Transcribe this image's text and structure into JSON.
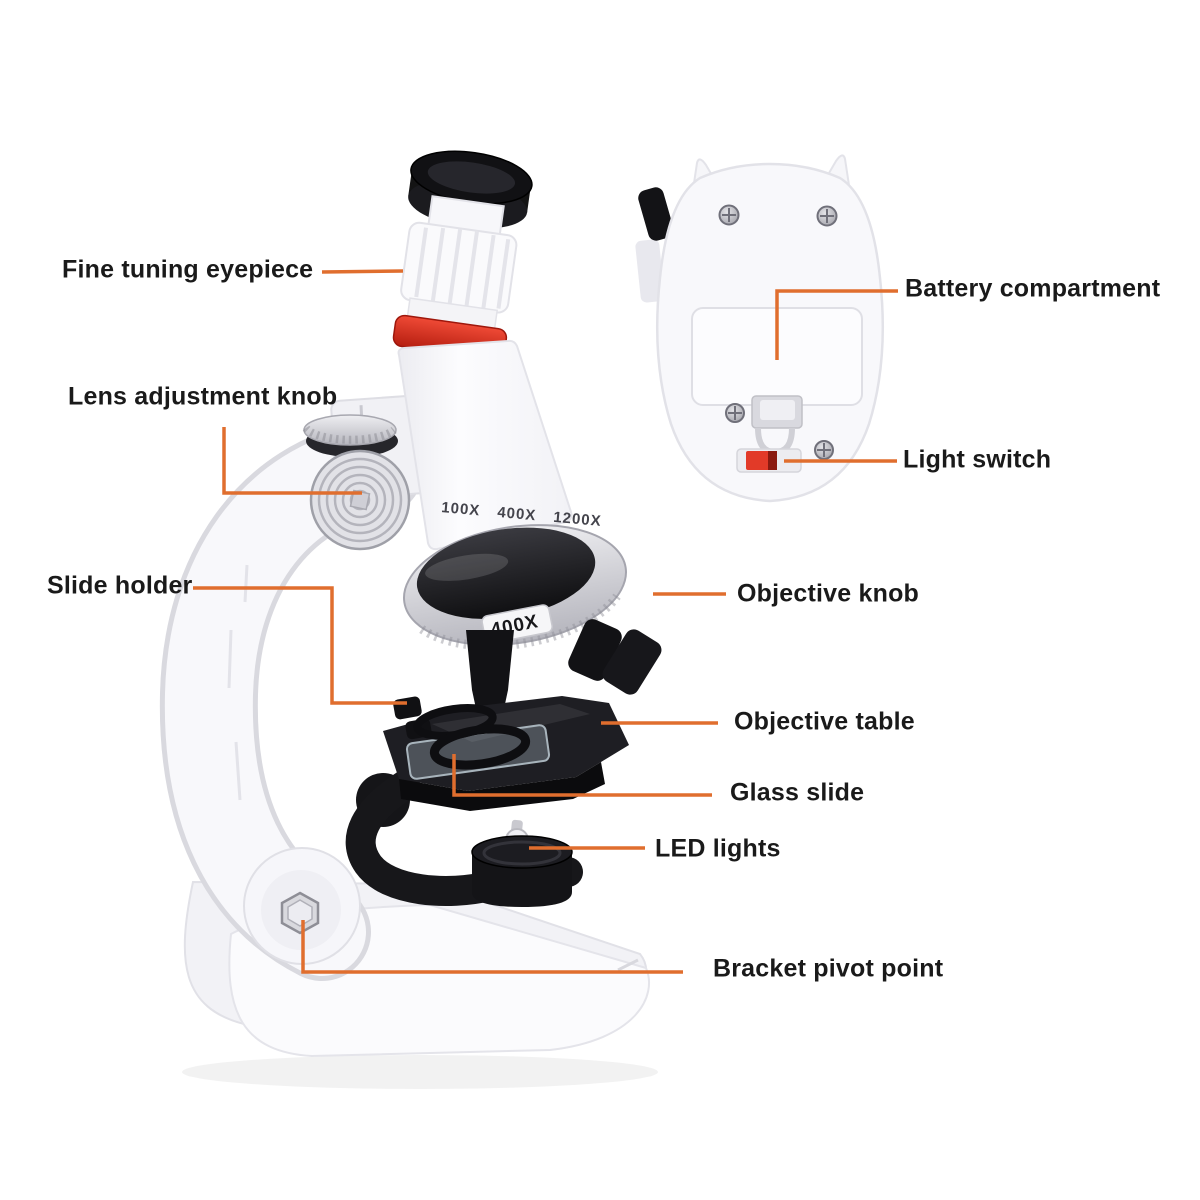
{
  "labels": {
    "fine_tuning_eyepiece": "Fine tuning eyepiece",
    "lens_adjustment_knob": "Lens adjustment knob",
    "slide_holder": "Slide holder",
    "battery_compartment": "Battery compartment",
    "light_switch": "Light switch",
    "objective_knob": "Objective knob",
    "objective_table": "Objective table",
    "glass_slide": "Glass slide",
    "led_lights": "LED lights",
    "bracket_pivot_point": "Bracket pivot point"
  },
  "markings": {
    "body_magnifications": "100X 400X 1200X",
    "turret_plaque": "400X"
  },
  "colors": {
    "leader_line": "#E06E2E",
    "label_text": "#1A1A1A",
    "accent_red": "#D42A1C",
    "switch_red": "#E23A28"
  }
}
